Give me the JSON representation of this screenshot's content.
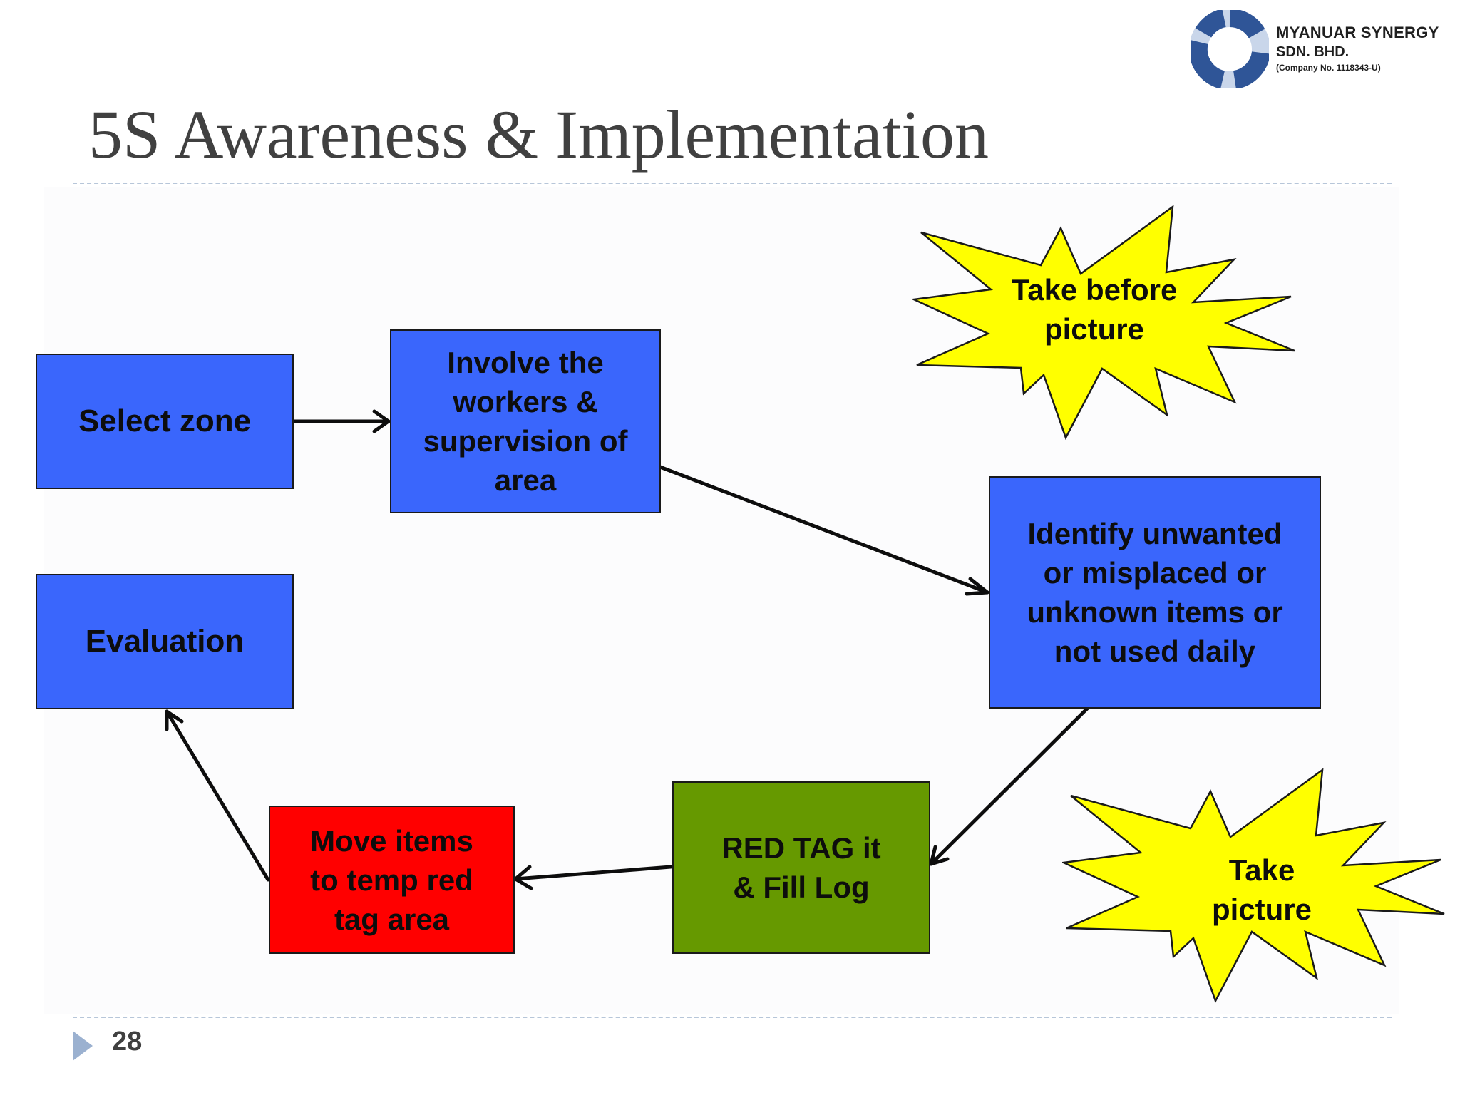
{
  "logo": {
    "name": "MYANUAR SYNERGY",
    "suffix": "SDN. BHD.",
    "company_no": "(Company No. 1118343-U)",
    "colors": {
      "ring": "#2f5597",
      "ring_light": "#c9d6ea"
    }
  },
  "slide": {
    "title": "5S Awareness & Implementation",
    "page_number": "28"
  },
  "flow": {
    "select_zone": "Select zone",
    "involve": [
      "Involve the",
      "workers &",
      "supervision of",
      "area"
    ],
    "identify": [
      "Identify unwanted",
      "or misplaced or",
      "unknown items or",
      "not used daily"
    ],
    "red_tag": [
      "RED TAG it",
      "& Fill Log"
    ],
    "move_items": [
      "Move items",
      "to temp red",
      "tag area"
    ],
    "evaluation": "Evaluation"
  },
  "callouts": {
    "before": [
      "Take before",
      "picture"
    ],
    "after": [
      "Take",
      "picture"
    ]
  },
  "colors": {
    "step_blue": "#3a66fc",
    "step_red": "#ff0000",
    "step_green": "#669900",
    "burst_yellow": "#ffff00",
    "rule": "#b7c6d9",
    "footer_arrow": "#9bb1d0"
  }
}
